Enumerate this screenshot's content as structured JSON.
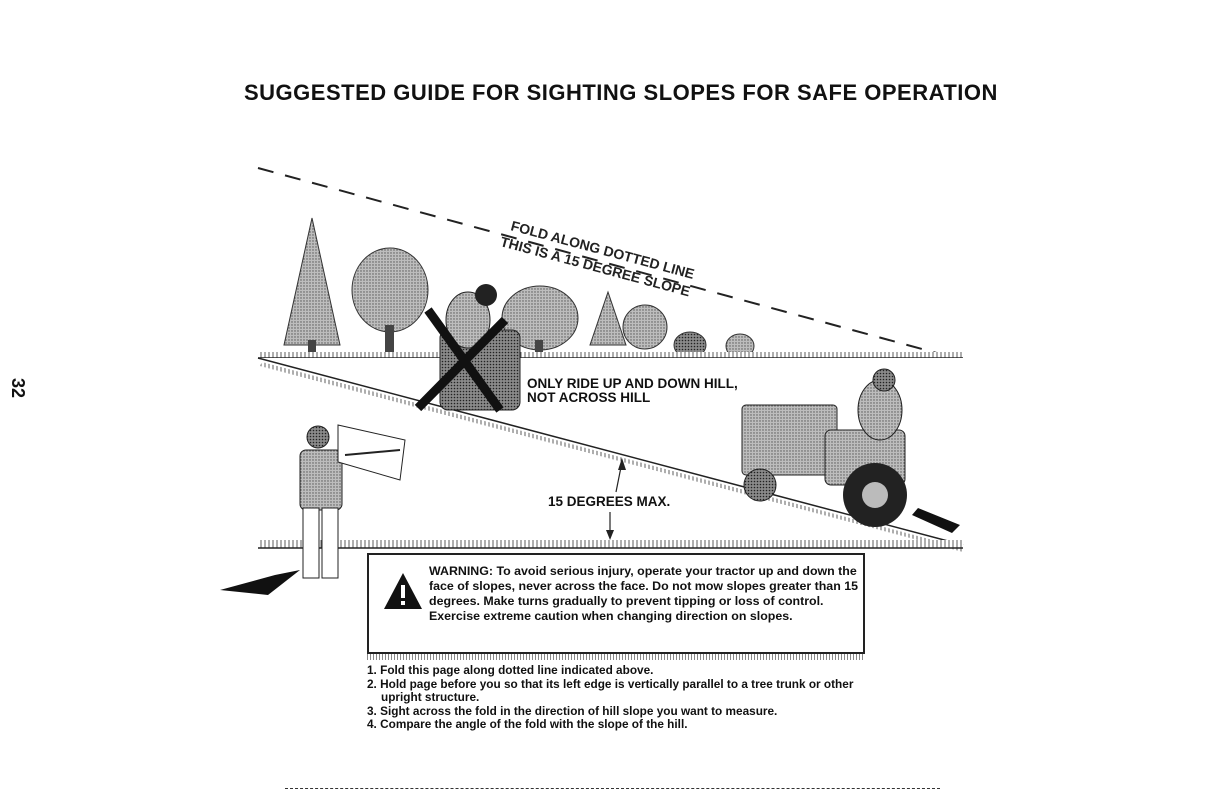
{
  "page": {
    "title": "SUGGESTED GUIDE FOR SIGHTING SLOPES FOR SAFE OPERATION",
    "page_number": "32"
  },
  "illustration": {
    "fold_line_label": "FOLD ALONG DOTTED LINE",
    "slope_line_label": "THIS IS A 15 DEGREE SLOPE",
    "ride_instruction_line1": "ONLY RIDE UP AND DOWN HILL,",
    "ride_instruction_line2": "NOT ACROSS HILL",
    "max_angle_label": "15 DEGREES MAX."
  },
  "warning": {
    "text": "WARNING: To avoid serious injury, operate your tractor up and down the face of slopes, never across the face. Do not mow slopes greater than 15 degrees. Make turns gradually to prevent tipping or loss of control. Exercise extreme caution when changing direction on slopes."
  },
  "instructions": [
    "1. Fold this page along dotted line indicated above.",
    "2. Hold page before you so that its left edge is vertically parallel to a tree trunk or other upright structure.",
    "3. Sight across the fold in the direction of hill slope you want to measure.",
    "4. Compare the angle of the fold with the slope of the hill."
  ]
}
